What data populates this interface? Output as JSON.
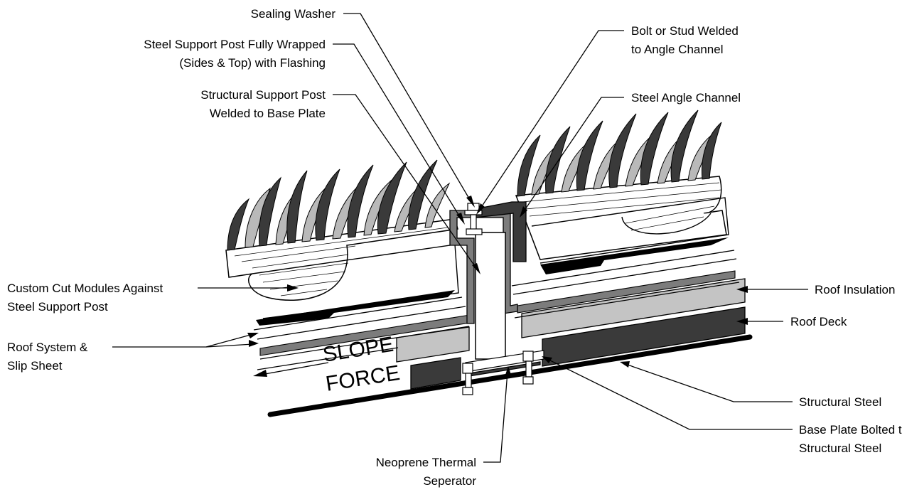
{
  "labels": {
    "sealing_washer": "Sealing Washer",
    "post_wrapped_1": "Steel Support Post Fully Wrapped",
    "post_wrapped_2": "(Sides & Top) with Flashing",
    "structural_post_1": "Structural Support Post",
    "structural_post_2": "Welded to Base Plate",
    "bolt_stud_1": "Bolt or Stud Welded",
    "bolt_stud_2": "to Angle Channel",
    "angle_channel": "Steel Angle Channel",
    "custom_modules_1": "Custom Cut Modules Against",
    "custom_modules_2": "Steel Support Post",
    "roof_system_1": "Roof System &",
    "roof_system_2": "Slip Sheet",
    "roof_insulation": "Roof Insulation",
    "roof_deck": "Roof Deck",
    "structural_steel": "Structural Steel",
    "base_plate_1": "Base Plate Bolted to",
    "base_plate_2": "Structural Steel",
    "neoprene_1": "Neoprene Thermal",
    "neoprene_2": "Seperator",
    "slope": "SLOPE",
    "force": "FORCE"
  },
  "colors": {
    "dark_fill": "#3a3a3a",
    "medium_fill": "#7c7c7c",
    "light_fill": "#c4c4c4",
    "grass_light": "#b9b9b9",
    "outline": "#000000"
  }
}
